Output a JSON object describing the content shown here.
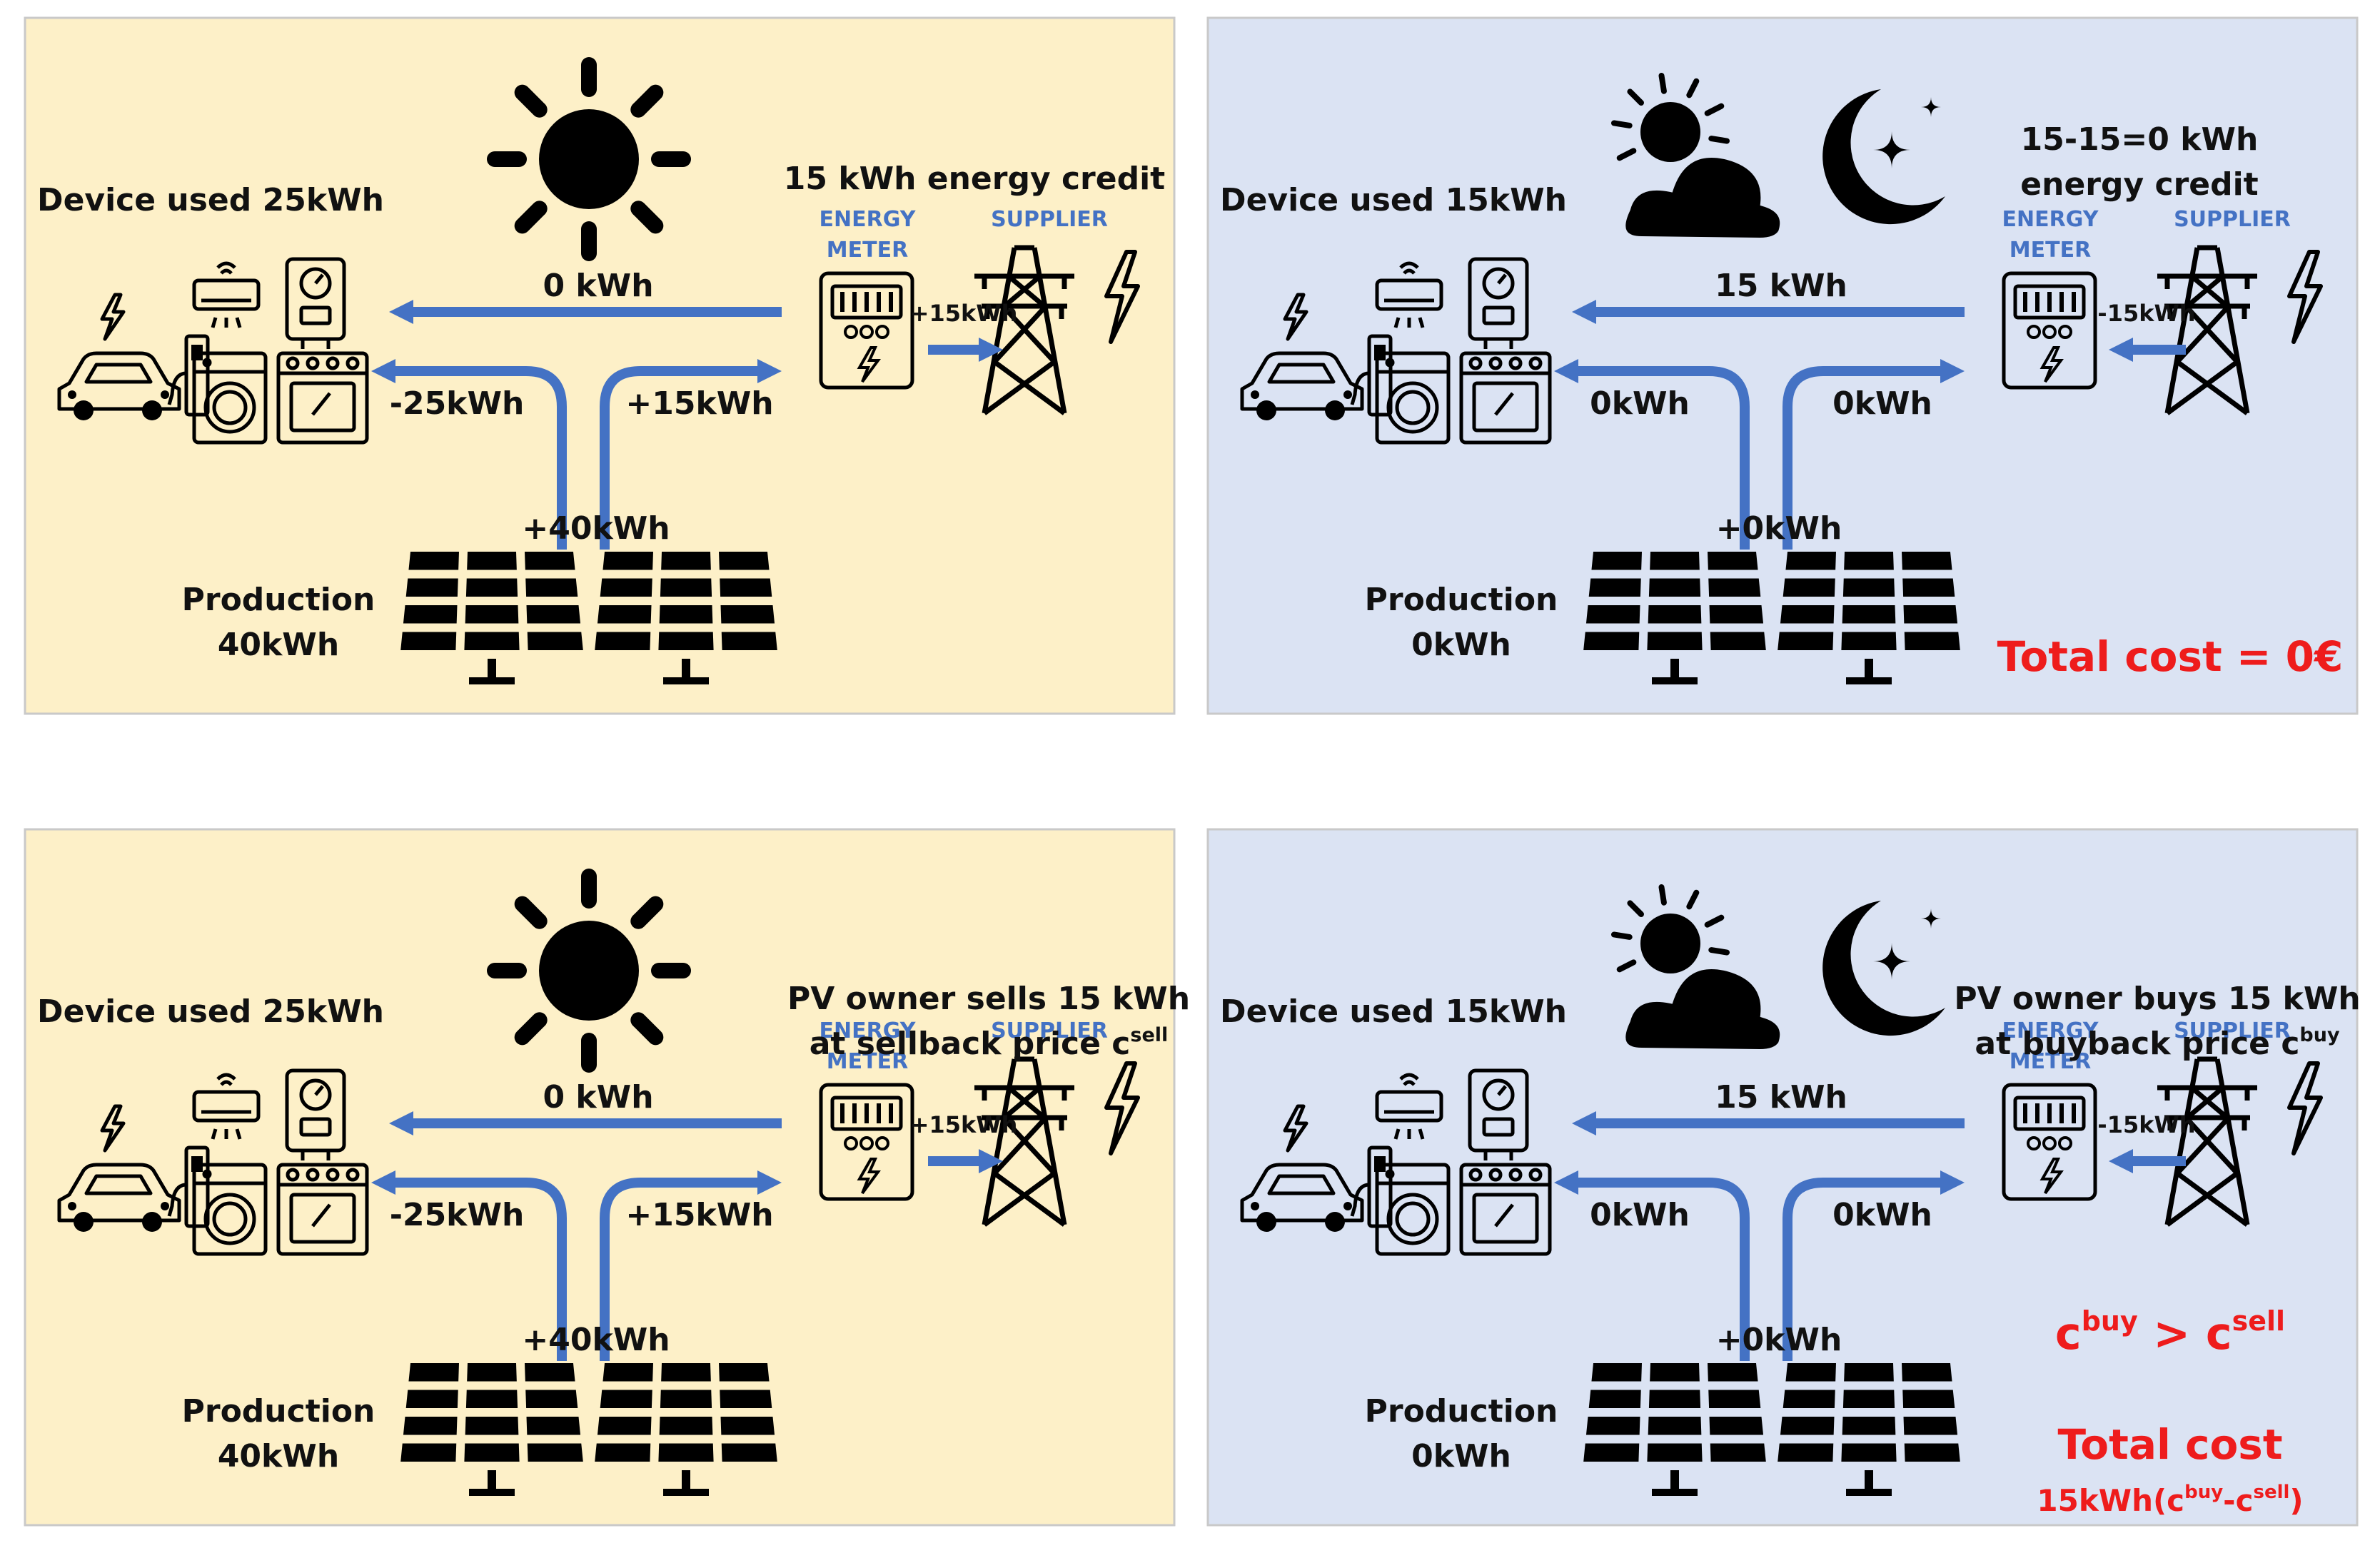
{
  "colors": {
    "day_bg": "#fdf0c8",
    "night_bg": "#dbe3f3",
    "panel_border": "#c9c9c9",
    "flow": "#4472c4",
    "meter_label": "#4472c4",
    "cost": "#ee1c1c",
    "icon": "#000000"
  },
  "icons": {
    "sun": "sun-icon",
    "cloud": "sun-behind-cloud-icon",
    "moon": "crescent-moon-icon",
    "appliances": "household-appliances-icon",
    "car": "electric-car-icon",
    "meter": "energy-meter-icon",
    "tower": "power-tower-icon",
    "bolt": "lightning-bolt-icon",
    "solar": "solar-panel-icon"
  },
  "panels": [
    {
      "mode": "day",
      "device_used": "Device used 25kWh",
      "credit_lines": [
        "15 kWh energy credit"
      ],
      "meter_label": [
        "ENERGY",
        "METER"
      ],
      "supplier_label": "SUPPLIER",
      "grid_to_home": "0 kWh",
      "to_devices": "-25kWh",
      "to_meter": "+15kWh",
      "meter_to_grid": "+15kWh",
      "solar_output": "+40kWh",
      "production": [
        "Production",
        "40kWh"
      ]
    },
    {
      "mode": "night",
      "device_used": "Device used 15kWh",
      "credit_lines": [
        "15-15=0 kWh",
        "energy credit"
      ],
      "meter_label": [
        "ENERGY",
        "METER"
      ],
      "supplier_label": "SUPPLIER",
      "grid_to_home": "15 kWh",
      "to_devices": "0kWh",
      "to_meter": "0kWh",
      "meter_to_grid": "-15kWh",
      "solar_output": "+0kWh",
      "production": [
        "Production",
        "0kWh"
      ],
      "cost": "Total cost = 0€"
    },
    {
      "mode": "day",
      "device_used": "Device used 25kWh",
      "sell_line1": "PV owner sells 15 kWh",
      "sell_line2": "at sellback price c",
      "sell_sup": "sell",
      "meter_label": [
        "ENERGY",
        "METER"
      ],
      "supplier_label": "SUPPLIER",
      "grid_to_home": "0 kWh",
      "to_devices": "-25kWh",
      "to_meter": "+15kWh",
      "meter_to_grid": "+15kWh",
      "solar_output": "+40kWh",
      "production": [
        "Production",
        "40kWh"
      ]
    },
    {
      "mode": "night",
      "device_used": "Device used 15kWh",
      "buy_line1": "PV owner buys 15 kWh",
      "buy_line2": "at buyback price c",
      "buy_sup": "buy",
      "meter_label": [
        "ENERGY",
        "METER"
      ],
      "supplier_label": "SUPPLIER",
      "grid_to_home": "15 kWh",
      "to_devices": "0kWh",
      "to_meter": "0kWh",
      "meter_to_grid": "-15kWh",
      "solar_output": "+0kWh",
      "production": [
        "Production",
        "0kWh"
      ],
      "compare": {
        "c1": "c",
        "sup1": "buy",
        "op": " > ",
        "c2": "c",
        "sup2": "sell"
      },
      "total_cost": "Total cost",
      "formula": {
        "p1": "15kWh(c",
        "sup1": "buy",
        "p2": "-c",
        "sup2": "sell",
        "p3": ")"
      }
    }
  ]
}
